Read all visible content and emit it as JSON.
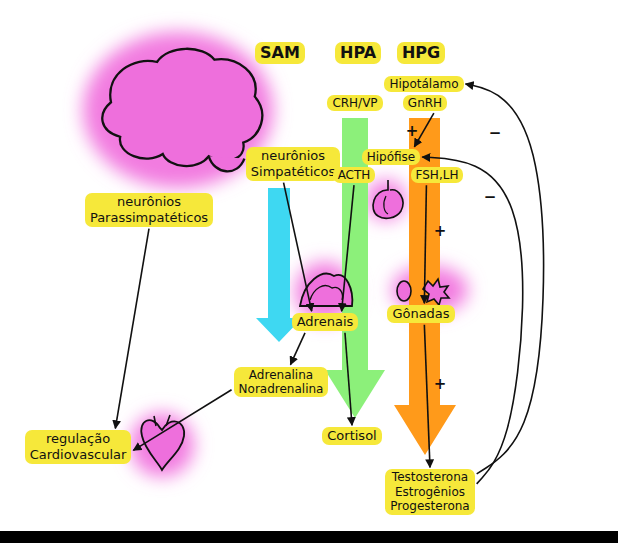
{
  "diagram": {
    "nodes": [
      {
        "text": [
          "SAM"
        ]
      },
      {
        "text": [
          "HPA"
        ]
      },
      {
        "text": [
          "HPG"
        ]
      },
      {
        "text": [
          "Hipotálamo"
        ]
      },
      {
        "text": [
          "CRH/VP"
        ]
      },
      {
        "text": [
          "GnRH"
        ]
      },
      {
        "text": [
          "neurônios Simpatéticos"
        ]
      },
      {
        "text": [
          "Hipófise"
        ]
      },
      {
        "text": [
          "ACTH"
        ]
      },
      {
        "text": [
          "FSH,LH"
        ]
      },
      {
        "text": [
          "neurônios Parassimpatéticos"
        ]
      },
      {
        "text": [
          "Adrenais"
        ]
      },
      {
        "text": [
          "Gônadas"
        ]
      },
      {
        "text": [
          "Adrenalina Noradrenalina"
        ]
      },
      {
        "text": [
          "Cortisol"
        ]
      },
      {
        "text": [
          "regulação Cardiovascular"
        ]
      },
      {
        "text": [
          "Testosterona Estrogênios Progesterona"
        ]
      }
    ],
    "edges": [
      {
        "from": 10,
        "to": 15,
        "arrow": "to"
      },
      {
        "from": 6,
        "to": 11,
        "arrow": "to"
      },
      {
        "from": 8,
        "to": 11,
        "arrow": "to"
      },
      {
        "from": 11,
        "to": 13,
        "arrow": "to"
      },
      {
        "from": 11,
        "to": 14,
        "arrow": "to"
      },
      {
        "from": 13,
        "to": 15,
        "arrow": "to"
      },
      {
        "from": 5,
        "to": 7,
        "arrow": "to"
      },
      {
        "from": 9,
        "to": 12,
        "arrow": "to"
      },
      {
        "from": 12,
        "to": 16,
        "arrow": "to"
      },
      {
        "from": 16,
        "to": 3,
        "arrow": "to"
      },
      {
        "from": 16,
        "to": 7,
        "arrow": "to"
      }
    ],
    "labels": [
      "+",
      "+",
      "+",
      "−",
      "−"
    ]
  }
}
